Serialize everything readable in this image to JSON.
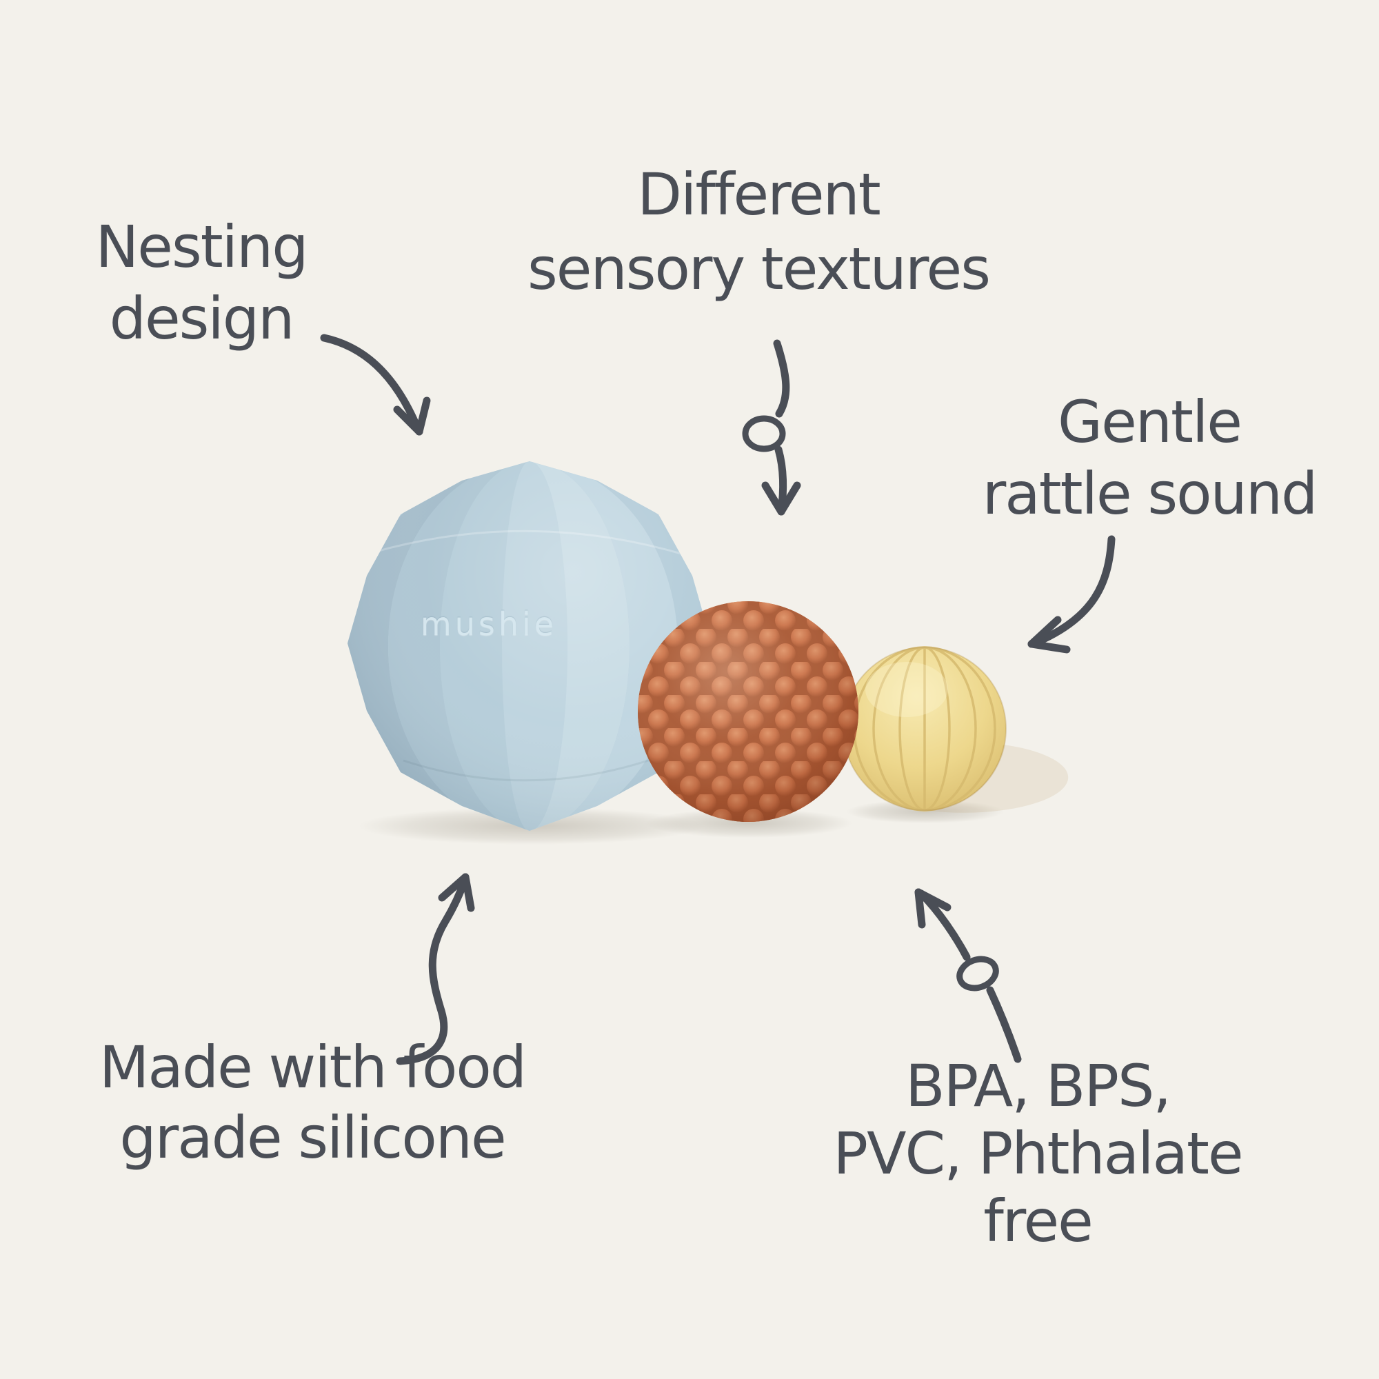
{
  "colors": {
    "background": "#F3F1EB",
    "ink": "#4A4E56",
    "blue_ball": "#B7CEDB",
    "orange_ball": "#C9764F",
    "yellow_ball": "#EDD78C"
  },
  "product": {
    "brand": "mushie",
    "balls": [
      {
        "name": "large faceted nesting ball",
        "color": "#B7CEDB",
        "texture": "faceted"
      },
      {
        "name": "medium bumpy sensory ball",
        "color": "#C9764F",
        "texture": "bumpy"
      },
      {
        "name": "small ribbed rattle ball",
        "color": "#EDD78C",
        "texture": "ribbed"
      }
    ]
  },
  "annotations": [
    {
      "id": "nesting",
      "lines": [
        "Nesting",
        "design"
      ]
    },
    {
      "id": "textures",
      "lines": [
        "Different",
        "sensory textures"
      ]
    },
    {
      "id": "rattle",
      "lines": [
        "Gentle",
        "rattle sound"
      ]
    },
    {
      "id": "silicone",
      "lines": [
        "Made with food",
        "grade silicone"
      ]
    },
    {
      "id": "free",
      "lines": [
        "BPA, BPS,",
        "PVC, Phthalate",
        "free"
      ]
    }
  ]
}
